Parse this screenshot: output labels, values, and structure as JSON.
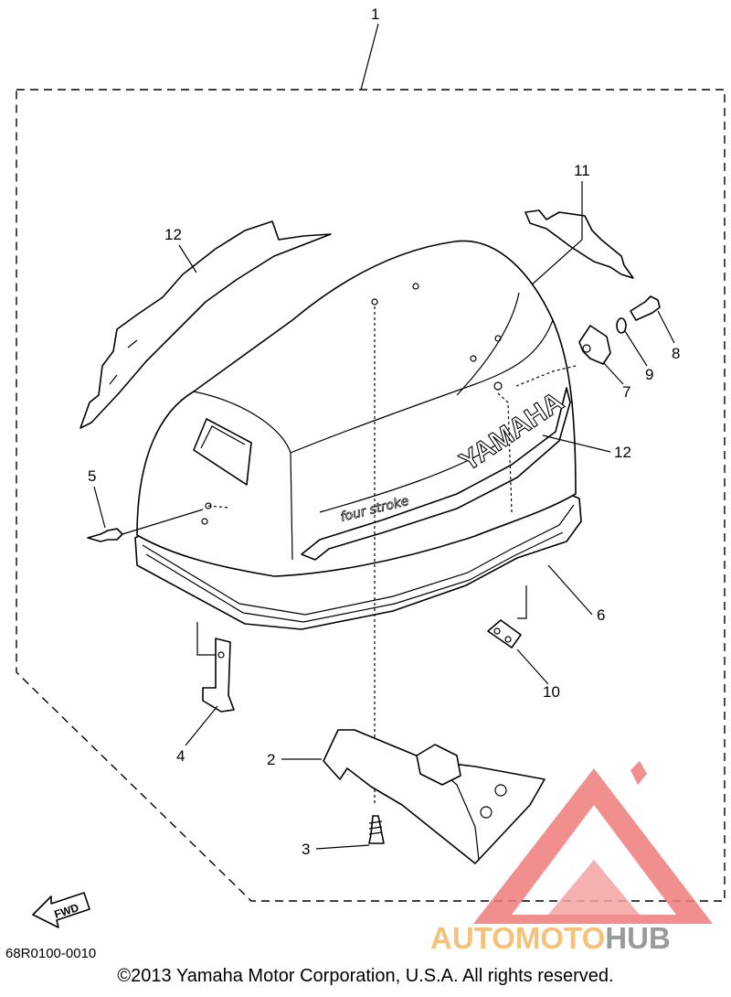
{
  "callouts": [
    "1",
    "2",
    "3",
    "4",
    "5",
    "6",
    "7",
    "8",
    "9",
    "10",
    "11",
    "12",
    "12"
  ],
  "decal_texts": {
    "brand": "YAMAHA",
    "model_script": "four stroke"
  },
  "fwd_label": "FWD",
  "part_code": "68R0100-0010",
  "copyright": "©2013 Yamaha Motor Corporation, U.S.A. All rights reserved.",
  "watermark": {
    "word_part1": "AUTOMOTO",
    "word_part2": "HUB",
    "color_part1": "#f4c27a",
    "color_part2": "#9a9a9a",
    "logo_color": "#ef7b7b"
  },
  "icons": [
    "fwd-arrow-icon",
    "automotohub-logo-icon"
  ]
}
